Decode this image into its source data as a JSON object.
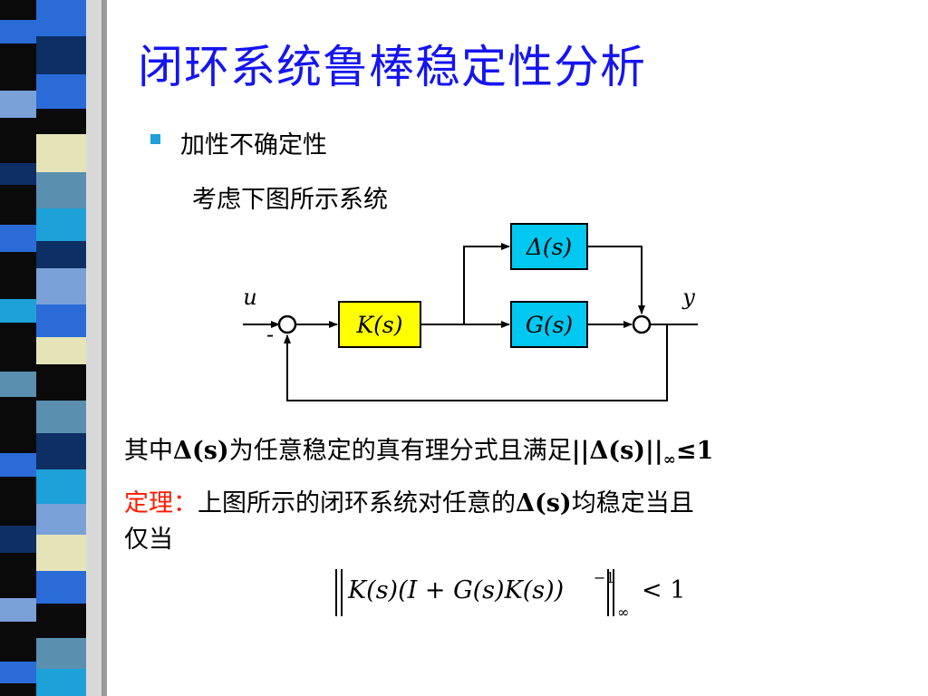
{
  "title": "闭环系统鲁棒稳定性分析",
  "bullet": "加性不确定性",
  "intro": "考虑下图所示系统",
  "diagram": {
    "delta_block": "Δ(s)",
    "k_block": "K(s)",
    "g_block": "G(s)",
    "input_label": "u",
    "output_label": "y",
    "minus_sign": "-"
  },
  "condition": {
    "prefix": "其中",
    "delta": "Δ(s)",
    "middle": "为任意稳定的真有理分式且满足",
    "norm_open": "||Δ(s)||",
    "norm_sub": "∞",
    "norm_bound": "≤1"
  },
  "theorem": {
    "label": "定理：",
    "line1_a": "上图所示的闭环系统对任意的",
    "delta": "Δ(s)",
    "line1_b": "均稳定当且",
    "line2": "仅当"
  },
  "formula": {
    "body": "K(s)(I + G(s)K(s))",
    "exponent": "−1",
    "norm_sub": "∞",
    "rhs": "< 1"
  },
  "colors": {
    "title": "#1515f0",
    "bullet": "#1ea0d8",
    "k_block_fill": "#ffff00",
    "g_block_fill": "#00c8f0",
    "theorem_label": "#ff1a00"
  }
}
